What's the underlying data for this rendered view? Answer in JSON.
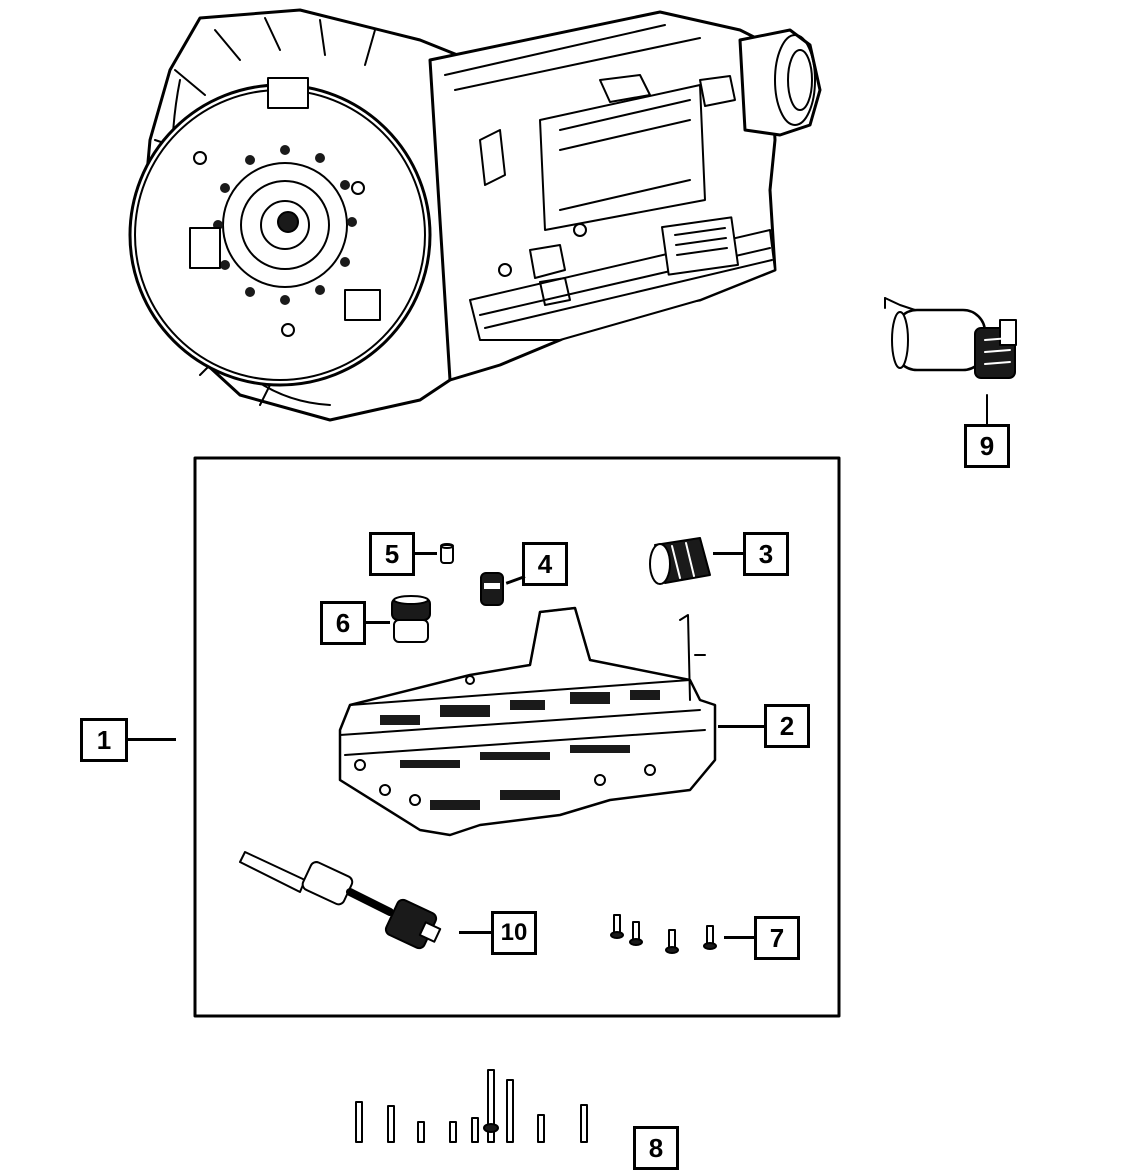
{
  "diagram": {
    "colors": {
      "ink": "#000000",
      "paper": "#ffffff",
      "shade": "#1a1a1a"
    },
    "callouts": [
      {
        "id": "1",
        "label": "1",
        "part": "valve-body-assembly-group"
      },
      {
        "id": "2",
        "label": "2",
        "part": "valve-body"
      },
      {
        "id": "3",
        "label": "3",
        "part": "seal"
      },
      {
        "id": "4",
        "label": "4",
        "part": "seal"
      },
      {
        "id": "5",
        "label": "5",
        "part": "pin"
      },
      {
        "id": "6",
        "label": "6",
        "part": "plug"
      },
      {
        "id": "7",
        "label": "7",
        "part": "bolts"
      },
      {
        "id": "8",
        "label": "8",
        "part": "bolts"
      },
      {
        "id": "9",
        "label": "9",
        "part": "solenoid"
      },
      {
        "id": "10",
        "label": "10",
        "part": "sensor"
      }
    ]
  }
}
